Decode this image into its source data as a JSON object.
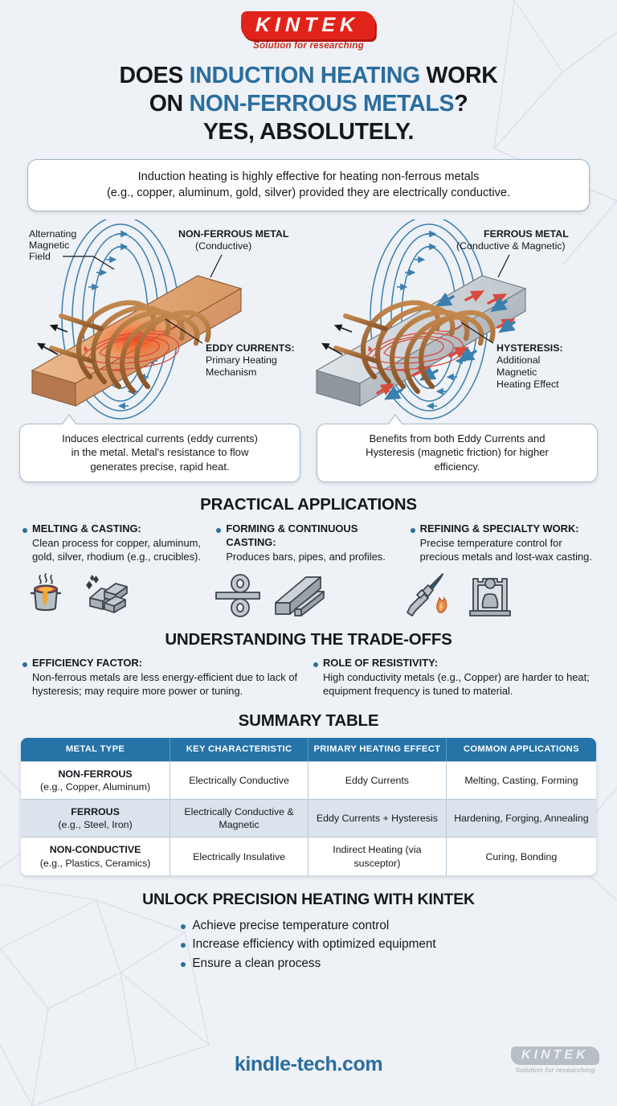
{
  "brand": {
    "name": "KINTEK",
    "tagline": "Solution for researching"
  },
  "headline": {
    "line1_a": "DOES ",
    "line1_b": "INDUCTION HEATING",
    "line1_c": " WORK",
    "line2_a": "ON ",
    "line2_b": "NON-FERROUS METALS",
    "line2_c": "?",
    "line3": "YES, ABSOLUTELY."
  },
  "lead": {
    "line1": "Induction heating is highly effective for heating non-ferrous metals",
    "line2": "(e.g., copper, aluminum, gold, silver) provided they are electrically conductive."
  },
  "diagram": {
    "left": {
      "field_label_l1": "Alternating",
      "field_label_l2": "Magnetic",
      "field_label_l3": "Field",
      "title": "NON-FERROUS METAL",
      "subtitle": "(Conductive)",
      "effect_title": "EDDY CURRENTS:",
      "effect_l1": "Primary Heating",
      "effect_l2": "Mechanism",
      "callout_l1": "Induces electrical currents (eddy currents)",
      "callout_l2": "in the metal. Metal's resistance to flow",
      "callout_l3": "generates precise, rapid heat."
    },
    "right": {
      "title": "FERROUS METAL",
      "subtitle": "(Conductive & Magnetic)",
      "effect_title": "HYSTERESIS:",
      "effect_l1": "Additional",
      "effect_l2": "Magnetic",
      "effect_l3": "Heating Effect",
      "callout_l1": "Benefits from both Eddy Currents and",
      "callout_l2": "Hysteresis (magnetic friction) for higher",
      "callout_l3": "efficiency."
    }
  },
  "applications": {
    "heading": "PRACTICAL APPLICATIONS",
    "items": [
      {
        "term": "MELTING & CASTING:",
        "desc": "Clean process for copper, aluminum, gold, silver, rhodium (e.g., crucibles).",
        "icons": [
          "crucible-icon",
          "ingots-icon"
        ]
      },
      {
        "term": "FORMING & CONTINUOUS CASTING:",
        "desc": "Produces bars, pipes, and profiles.",
        "icons": [
          "rollers-icon",
          "billets-icon"
        ]
      },
      {
        "term": "REFINING & SPECIALTY WORK:",
        "desc": "Precise temperature control for precious metals and lost-wax casting.",
        "icons": [
          "torch-flame-icon",
          "mold-icon"
        ]
      }
    ]
  },
  "tradeoffs": {
    "heading": "UNDERSTANDING THE TRADE-OFFS",
    "items": [
      {
        "term": "EFFICIENCY FACTOR:",
        "desc": "Non-ferrous metals are less energy-efficient due to lack of hysteresis; may require more power or tuning."
      },
      {
        "term": "ROLE OF RESISTIVITY:",
        "desc": "High conductivity metals (e.g., Copper) are harder to heat; equipment frequency is tuned to material."
      }
    ]
  },
  "summary": {
    "heading": "SUMMARY TABLE",
    "columns": [
      "METAL TYPE",
      "KEY CHARACTERISTIC",
      "PRIMARY HEATING EFFECT",
      "COMMON APPLICATIONS"
    ],
    "rows": [
      {
        "type_main": "NON-FERROUS",
        "type_sub": "(e.g., Copper, Aluminum)",
        "characteristic": "Electrically Conductive",
        "effect": "Eddy Currents",
        "applications": "Melting, Casting, Forming"
      },
      {
        "type_main": "FERROUS",
        "type_sub": "(e.g., Steel, Iron)",
        "characteristic": "Electrically Conductive & Magnetic",
        "effect": "Eddy Currents + Hysteresis",
        "applications": "Hardening, Forging, Annealing"
      },
      {
        "type_main": "NON-CONDUCTIVE",
        "type_sub": "(e.g., Plastics, Ceramics)",
        "characteristic": "Electrically Insulative",
        "effect": "Indirect Heating (via susceptor)",
        "applications": "Curing, Bonding"
      }
    ]
  },
  "cta": {
    "heading": "UNLOCK PRECISION HEATING WITH KINTEK",
    "bullets": [
      "Achieve precise temperature control",
      "Increase efficiency with optimized equipment",
      "Ensure a clean process"
    ]
  },
  "footer": {
    "site": "kindle-tech.com"
  },
  "colors": {
    "accent_blue": "#2b6d9e",
    "table_header_blue": "#2573a7",
    "brand_red": "#e2231a",
    "background": "#eef1f5",
    "copper": "#c98c5e",
    "steel": "#b9c0c6"
  }
}
